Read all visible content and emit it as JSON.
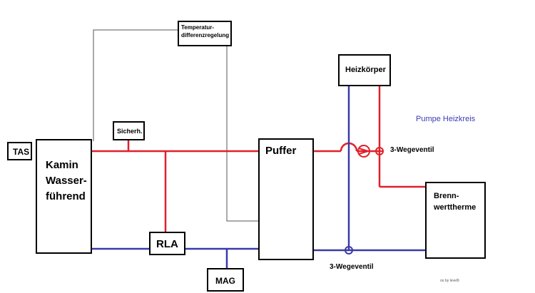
{
  "colors": {
    "supply": "#e0202a",
    "return": "#3a3aa8",
    "control": "#555555",
    "label_blue": "#3b3bb5"
  },
  "boxes": {
    "tas": "TAS",
    "kamin_line1": "Kamin",
    "kamin_line2": "Wasser-",
    "kamin_line3": "führend",
    "temperatur_line1": "Temperatur-",
    "temperatur_line2": "differenzregelung",
    "sicherh": "Sicherh.",
    "rla": "RLA",
    "mag": "MAG",
    "puffer": "Puffer",
    "heizkoerper": "Heizkörper",
    "brenn_line1": "Brenn-",
    "brenn_line2": "werttherme"
  },
  "labels": {
    "pumpe_heizkreis": "Pumpe Heizkreis",
    "wegeventil_top": "3-Wegeventil",
    "wegeventil_bottom": "3-Wegeventil",
    "credit": "oo by level9"
  },
  "icons": {
    "pump": "pump-icon",
    "valve": "three-way-valve-icon"
  }
}
